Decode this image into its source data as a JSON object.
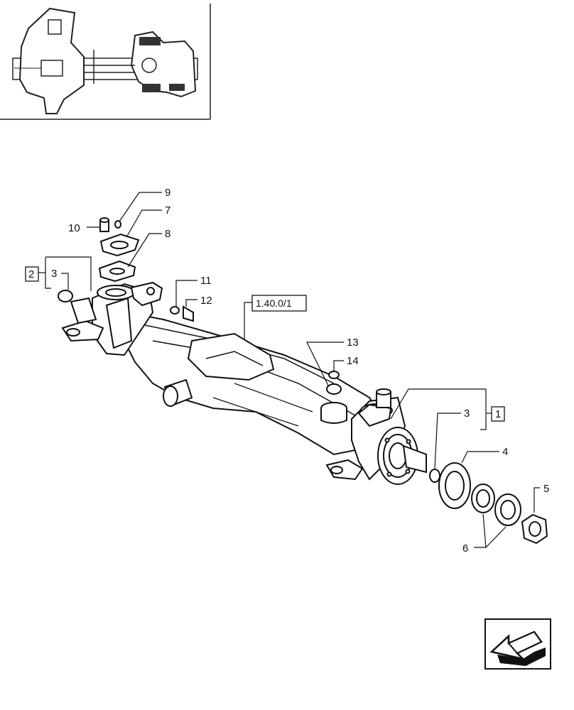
{
  "callouts": {
    "c1": "1",
    "c2": "2",
    "c3a": "3",
    "c3b": "3",
    "c4": "4",
    "c5": "5",
    "c6": "6",
    "c7": "7",
    "c8": "8",
    "c9": "9",
    "c10": "10",
    "c11": "11",
    "c12": "12",
    "c13": "13",
    "c14": "14"
  },
  "reference": "1.40.0/1",
  "icons": {
    "thumbnail": "axle-overview-thumbnail",
    "nav": "navigation-arrow-icon"
  }
}
